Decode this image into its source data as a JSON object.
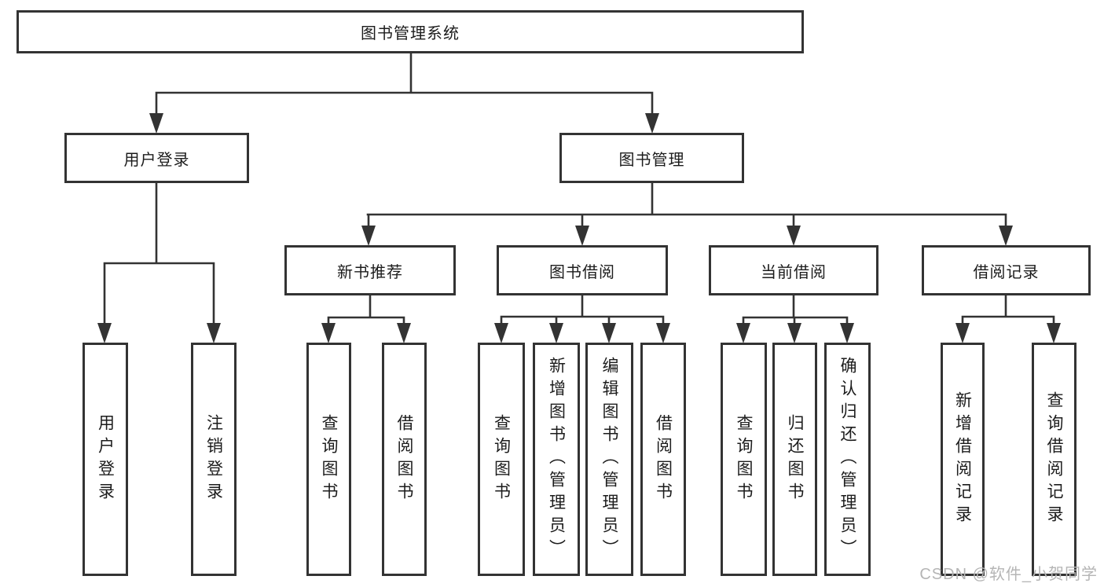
{
  "diagram": {
    "title": "图书管理系统",
    "type_hint": "hierarchy-tree",
    "colors": {
      "line": "#333333",
      "box_border": "#333333",
      "box_fill": "#ffffff",
      "text": "#1c1c1c",
      "watermark": "#b5b5b5",
      "background": "#ffffff"
    },
    "watermark": "CSDN @软件_小贺同学",
    "nodes": {
      "root": {
        "label": "图书管理系统"
      },
      "user_login": {
        "label": "用户登录"
      },
      "book_mgmt": {
        "label": "图书管理"
      },
      "new_book_rec": {
        "label": "新书推荐"
      },
      "book_borrow": {
        "label": "图书借阅"
      },
      "current_borrow": {
        "label": "当前借阅"
      },
      "borrow_records": {
        "label": "借阅记录"
      },
      "login_user_login": {
        "label": "用户登录"
      },
      "login_logout": {
        "label": "注销登录"
      },
      "rec_query_book": {
        "label": "查询图书"
      },
      "rec_borrow_book": {
        "label": "借阅图书"
      },
      "borrow_query_book": {
        "label": "查询图书"
      },
      "borrow_add_book": {
        "label": "新增图书（管理员）"
      },
      "borrow_edit_book": {
        "label": "编辑图书（管理员）"
      },
      "borrow_borrow_book": {
        "label": "借阅图书"
      },
      "current_query_book": {
        "label": "查询图书"
      },
      "current_return_book": {
        "label": "归还图书"
      },
      "current_confirm_return": {
        "label": "确认归还（管理员）"
      },
      "records_add_record": {
        "label": "新增借阅记录"
      },
      "records_query_record": {
        "label": "查询借阅记录"
      }
    },
    "edges": [
      [
        "root",
        "user_login"
      ],
      [
        "root",
        "book_mgmt"
      ],
      [
        "user_login",
        "login_user_login"
      ],
      [
        "user_login",
        "login_logout"
      ],
      [
        "book_mgmt",
        "new_book_rec"
      ],
      [
        "book_mgmt",
        "book_borrow"
      ],
      [
        "book_mgmt",
        "current_borrow"
      ],
      [
        "book_mgmt",
        "borrow_records"
      ],
      [
        "new_book_rec",
        "rec_query_book"
      ],
      [
        "new_book_rec",
        "rec_borrow_book"
      ],
      [
        "book_borrow",
        "borrow_query_book"
      ],
      [
        "book_borrow",
        "borrow_add_book"
      ],
      [
        "book_borrow",
        "borrow_edit_book"
      ],
      [
        "book_borrow",
        "borrow_borrow_book"
      ],
      [
        "current_borrow",
        "current_query_book"
      ],
      [
        "current_borrow",
        "current_return_book"
      ],
      [
        "current_borrow",
        "current_confirm_return"
      ],
      [
        "borrow_records",
        "records_add_record"
      ],
      [
        "borrow_records",
        "records_query_record"
      ]
    ]
  }
}
